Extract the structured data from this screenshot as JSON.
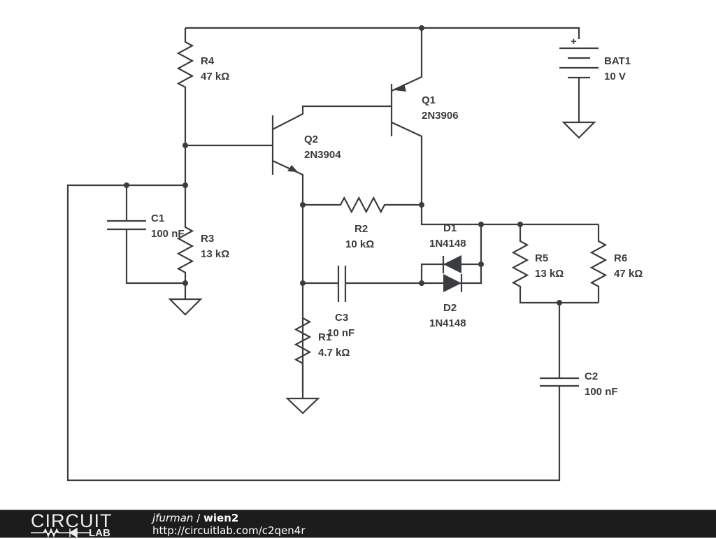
{
  "components": {
    "R4": {
      "name": "R4",
      "value": "47 kΩ"
    },
    "R3": {
      "name": "R3",
      "value": "13 kΩ"
    },
    "C1": {
      "name": "C1",
      "value": "100 nF"
    },
    "Q1": {
      "name": "Q1",
      "value": "2N3906"
    },
    "Q2": {
      "name": "Q2",
      "value": "2N3904"
    },
    "R2": {
      "name": "R2",
      "value": "10 kΩ"
    },
    "R1": {
      "name": "R1",
      "value": "4.7 kΩ"
    },
    "C3": {
      "name": "C3",
      "value": "10 nF"
    },
    "D1": {
      "name": "D1",
      "value": "1N4148"
    },
    "D2": {
      "name": "D2",
      "value": "1N4148"
    },
    "R5": {
      "name": "R5",
      "value": "13 kΩ"
    },
    "R6": {
      "name": "R6",
      "value": "47 kΩ"
    },
    "C2": {
      "name": "C2",
      "value": "100 nF"
    },
    "BAT1": {
      "name": "BAT1",
      "value": "10 V",
      "polarity": "+"
    }
  },
  "footer": {
    "logo_top": "CIRCUIT",
    "logo_bottom": "LAB",
    "author": "jfurman",
    "separator": " / ",
    "title": "wien2",
    "url": "http://circuitlab.com/c2qen4r"
  }
}
